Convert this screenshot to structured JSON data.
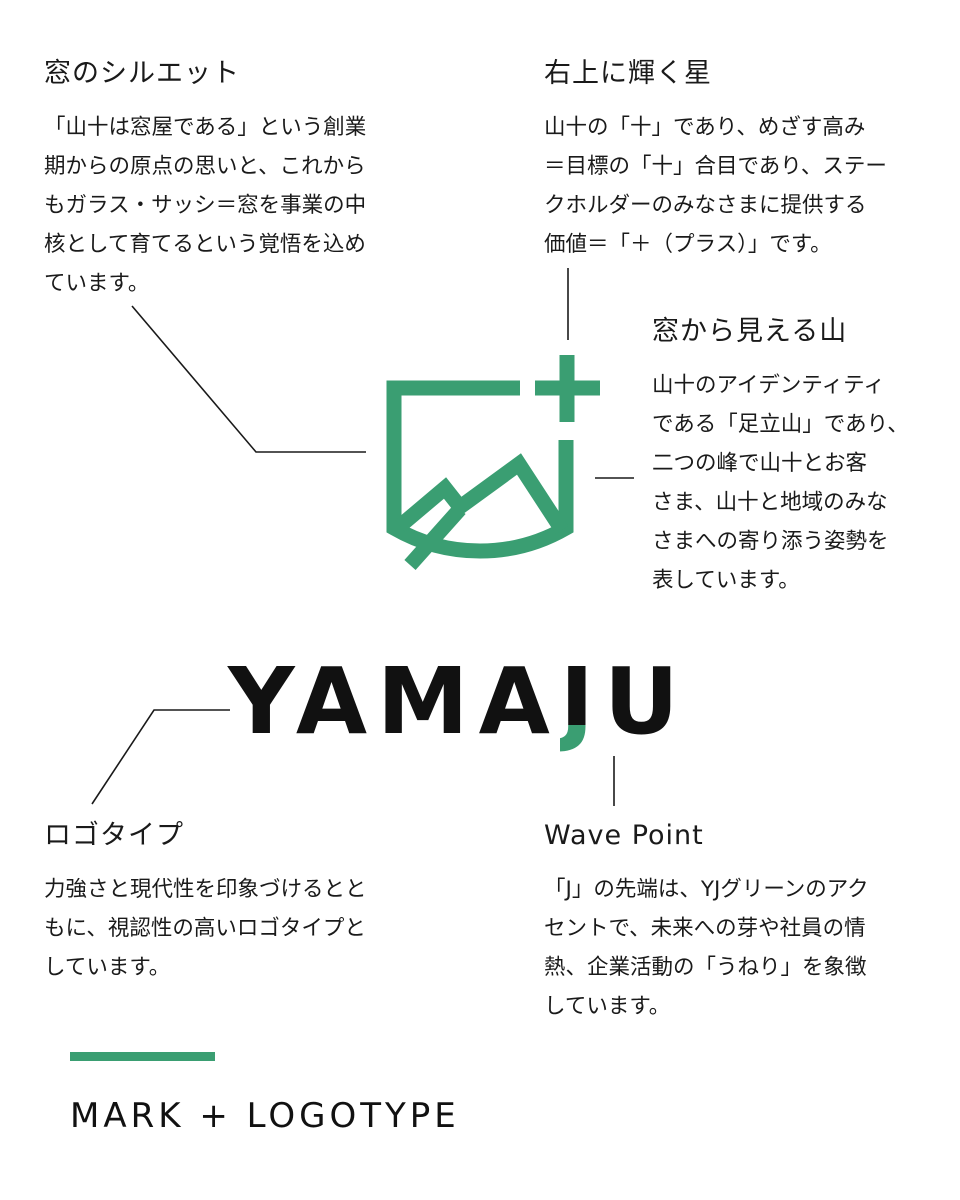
{
  "colors": {
    "brand_green": "#3a9e72",
    "text": "#1a1a1a",
    "leader_line": "#1a1a1a"
  },
  "sections": {
    "window_silhouette": {
      "title": "窓のシルエット",
      "lines": [
        "「山十は窓屋である」という創業",
        "期からの原点の思いと、これから",
        "もガラス・サッシ＝窓を事業の中",
        "核として育てるという覚悟を込め",
        "ています。"
      ]
    },
    "shining_star": {
      "title": "右上に輝く星",
      "lines": [
        "山十の「十」であり、めざす高み",
        "＝目標の「十」合目であり、ステー",
        "クホルダーのみなさまに提供する",
        "価値＝「＋（プラス）」です。"
      ]
    },
    "mountain_view": {
      "title": "窓から見える山",
      "lines": [
        "山十のアイデンティティ",
        "である「足立山」であり、",
        "二つの峰で山十とお客",
        "さま、山十と地域のみな",
        "さまへの寄り添う姿勢を",
        "表しています。"
      ]
    },
    "logotype": {
      "title": "ロゴタイプ",
      "lines": [
        "力強さと現代性を印象づけるとと",
        "もに、視認性の高いロゴタイプと",
        "しています。"
      ]
    },
    "wave_point": {
      "title": "Wave Point",
      "lines": [
        "「J」の先端は、YJグリーンのアク",
        "セントで、未来への芽や社員の情",
        "熱、企業活動の「うねり」を象徴",
        "しています。"
      ]
    }
  },
  "wordmark": {
    "before": "YAMA",
    "accent_letter": "J",
    "after": "U"
  },
  "footer": {
    "title": "MARK + LOGOTYPE"
  }
}
